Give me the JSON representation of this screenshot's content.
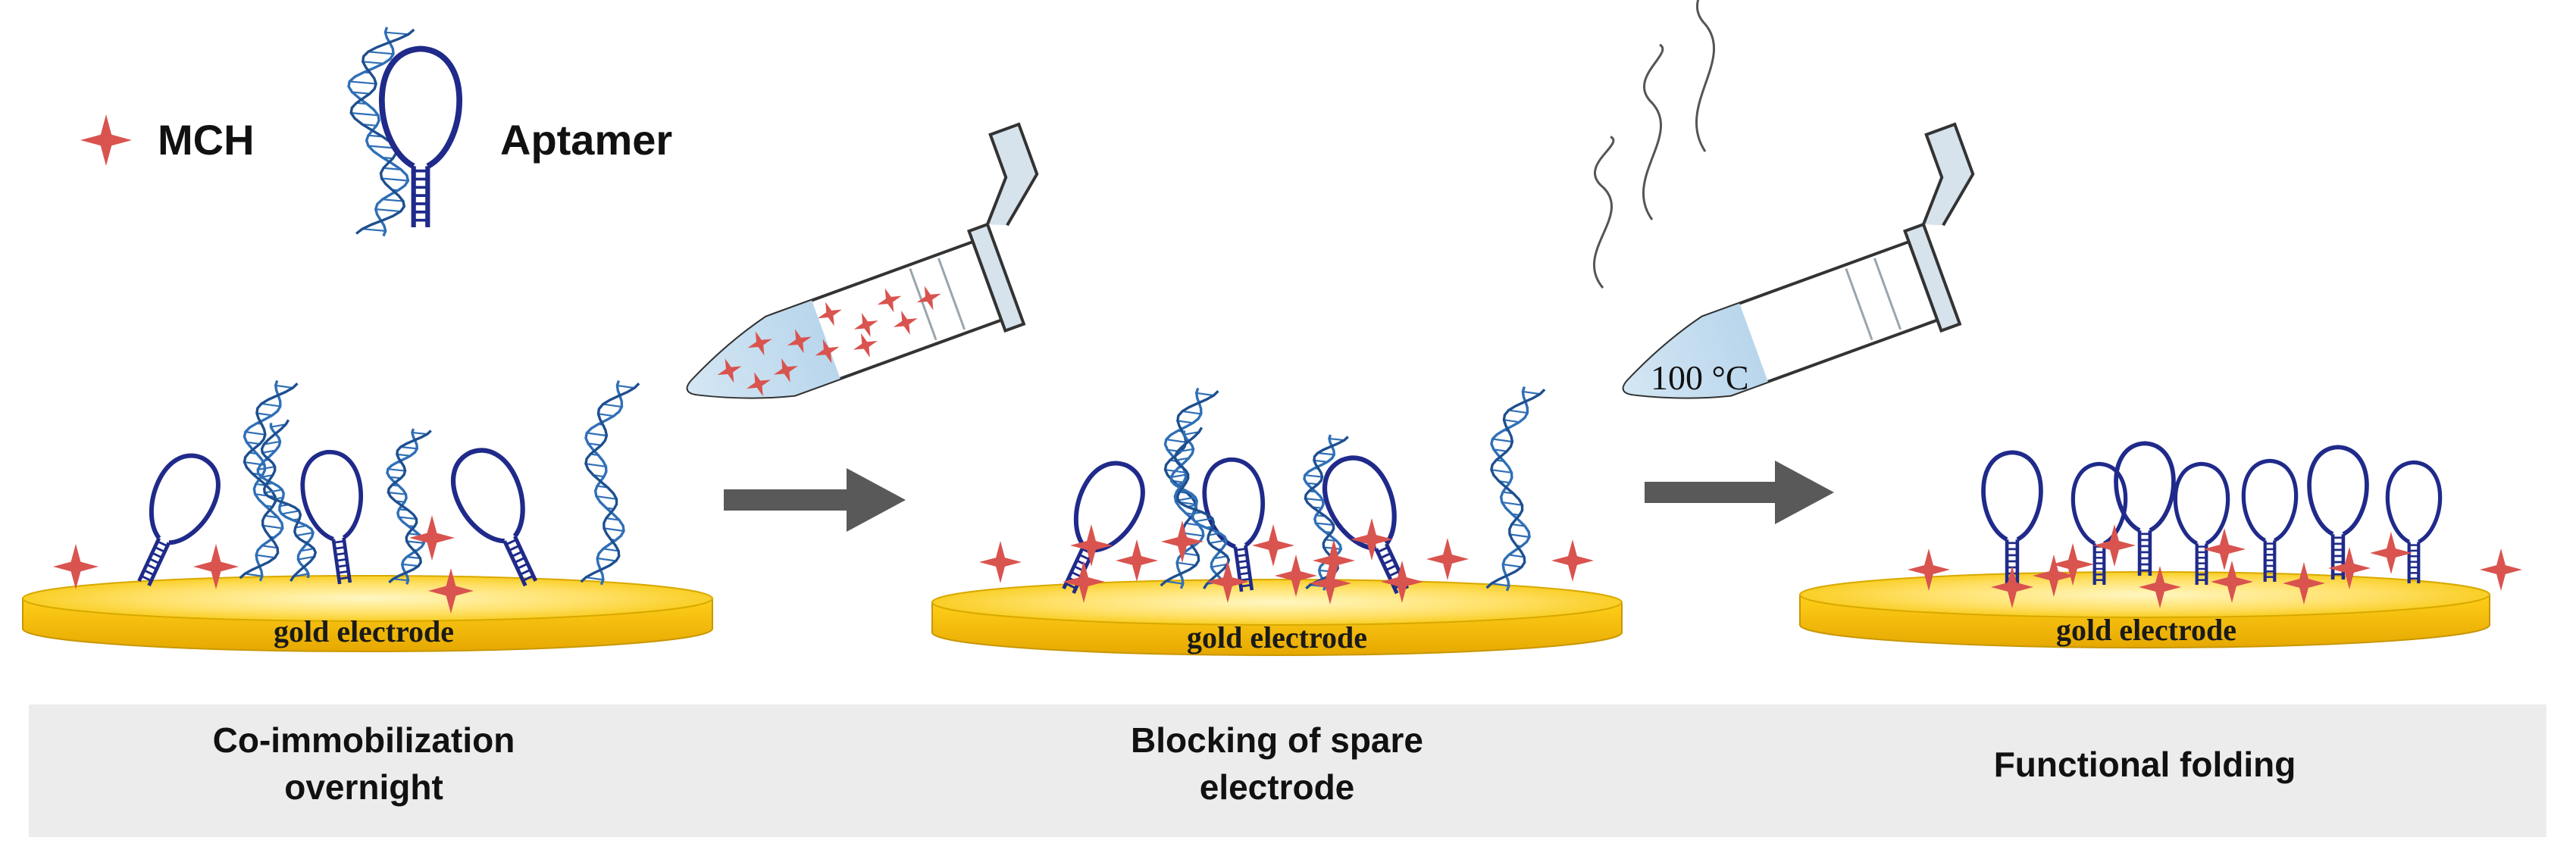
{
  "legend": {
    "mch_label": "MCH",
    "aptamer_label": "Aptamer"
  },
  "steps": [
    {
      "electrode_label": "gold electrode",
      "caption_line1": "Co-immobilization",
      "caption_line2": "overnight"
    },
    {
      "electrode_label": "gold electrode",
      "caption_line1": "Blocking of spare",
      "caption_line2": "electrode"
    },
    {
      "electrode_label": "gold electrode",
      "caption_line1": "Functional folding",
      "caption_line2": ""
    }
  ],
  "heated_tube_label": "100 °C",
  "colors": {
    "mch_star": "#d9534f",
    "aptamer_loop": "#1f2a8a",
    "dna_helix": "#2f6fb6",
    "electrode_top": "#ffe066",
    "electrode_side": "#f2b800",
    "arrow": "#595959",
    "caption_band": "#ececec",
    "tube_liquid": "#c7dff0"
  }
}
